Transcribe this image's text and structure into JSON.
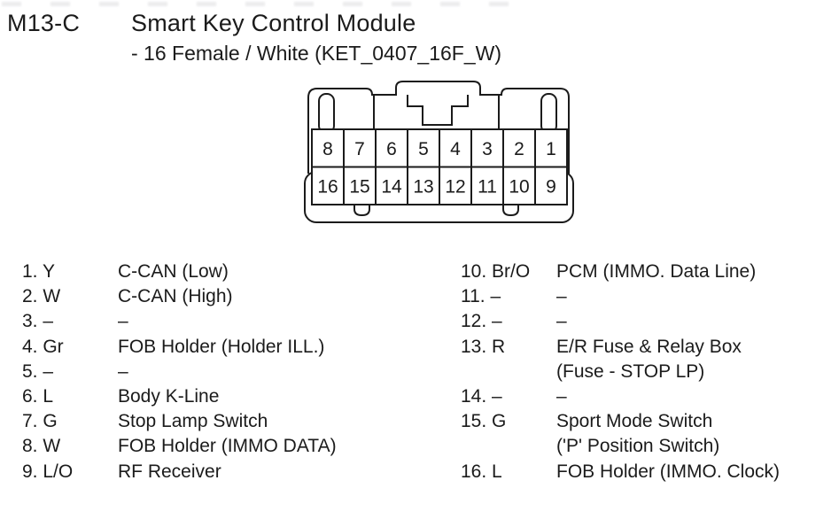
{
  "header": {
    "connector_id": "M13-C",
    "title": "Smart Key Control Module",
    "subtitle": "- 16 Female / White (KET_0407_16F_W)"
  },
  "connector_diagram": {
    "top_row_pins": [
      "8",
      "7",
      "6",
      "5",
      "4",
      "3",
      "2",
      "1"
    ],
    "bottom_row_pins": [
      "16",
      "15",
      "14",
      "13",
      "12",
      "11",
      "10",
      "9"
    ]
  },
  "pin_table": {
    "left_column": [
      {
        "pin": "1",
        "wire_color": "Y",
        "function_lines": [
          "C-CAN (Low)"
        ]
      },
      {
        "pin": "2",
        "wire_color": "W",
        "function_lines": [
          "C-CAN (High)"
        ]
      },
      {
        "pin": "3",
        "wire_color": "–",
        "function_lines": [
          "–"
        ]
      },
      {
        "pin": "4",
        "wire_color": "Gr",
        "function_lines": [
          "FOB Holder (Holder ILL.)"
        ]
      },
      {
        "pin": "5",
        "wire_color": "–",
        "function_lines": [
          "–"
        ]
      },
      {
        "pin": "6",
        "wire_color": "L",
        "function_lines": [
          "Body K-Line"
        ]
      },
      {
        "pin": "7",
        "wire_color": "G",
        "function_lines": [
          "Stop Lamp Switch"
        ]
      },
      {
        "pin": "8",
        "wire_color": "W",
        "function_lines": [
          "FOB Holder (IMMO DATA)"
        ]
      },
      {
        "pin": "9",
        "wire_color": "L/O",
        "function_lines": [
          "RF Receiver"
        ]
      }
    ],
    "right_column": [
      {
        "pin": "10",
        "wire_color": "Br/O",
        "function_lines": [
          "PCM (IMMO. Data Line)"
        ]
      },
      {
        "pin": "11",
        "wire_color": "–",
        "function_lines": [
          "–"
        ]
      },
      {
        "pin": "12",
        "wire_color": "–",
        "function_lines": [
          "–"
        ]
      },
      {
        "pin": "13",
        "wire_color": "R",
        "function_lines": [
          "E/R Fuse & Relay Box",
          "(Fuse - STOP LP)"
        ]
      },
      {
        "pin": "14",
        "wire_color": "–",
        "function_lines": [
          "–"
        ]
      },
      {
        "pin": "15",
        "wire_color": "G",
        "function_lines": [
          "Sport Mode Switch",
          "('P' Position Switch)"
        ]
      },
      {
        "pin": "16",
        "wire_color": "L",
        "function_lines": [
          "FOB Holder (IMMO. Clock)"
        ]
      }
    ]
  },
  "colors": {
    "ink": "#1b1b1b",
    "background": "#ffffff"
  }
}
